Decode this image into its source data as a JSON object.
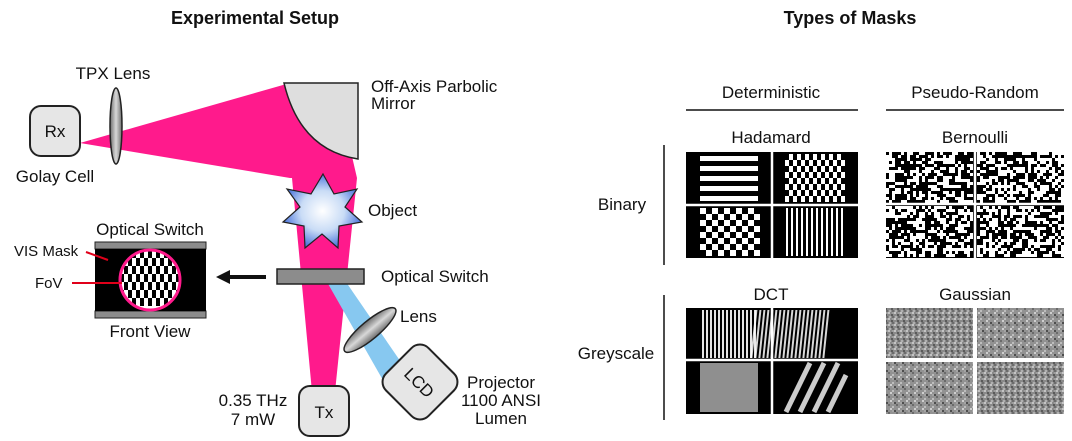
{
  "setup": {
    "title": "Experimental Setup",
    "rx": "Rx",
    "golay": "Golay Cell",
    "tpx_lens": "TPX Lens",
    "mirror_line1": "Off-Axis Parbolic",
    "mirror_line2": "Mirror",
    "object": "Object",
    "optical_switch": "Optical Switch",
    "lens": "Lens",
    "lcd": "LCD",
    "projector_line1": "Projector",
    "projector_line2": "1100 ANSI",
    "projector_line3": "Lumen",
    "tx": "Tx",
    "freq": "0.35 THz",
    "power": "7 mW",
    "inset_title": "Optical Switch",
    "vis_mask": "VIS Mask",
    "fov": "FoV",
    "front_view": "Front View"
  },
  "masks": {
    "title": "Types of Masks",
    "col_deterministic": "Deterministic",
    "col_pseudo_random": "Pseudo-Random",
    "row_binary": "Binary",
    "row_greyscale": "Greyscale",
    "hadamard": "Hadamard",
    "bernoulli": "Bernoulli",
    "dct": "DCT",
    "gaussian": "Gaussian"
  },
  "colors": {
    "thz_beam": "#ff1a8c",
    "vis_beam": "#87c8f0",
    "object_glow": "#3f6ad8"
  }
}
